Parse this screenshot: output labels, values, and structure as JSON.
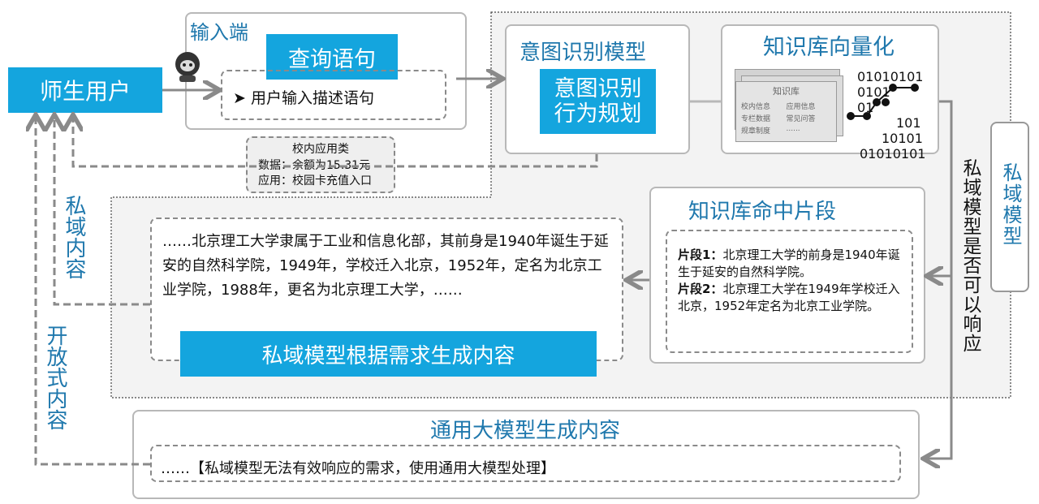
{
  "user": {
    "label": "师生用户"
  },
  "input": {
    "title": "输入端",
    "query_label": "查询语句",
    "description": "➤ 用户输入描述语句",
    "robot_icon": "robot-avatar-icon"
  },
  "campus_app": {
    "title": "校内应用类",
    "data_line": "数据：余额为15.31元",
    "app_line": "应用：校园卡充值入口"
  },
  "intent": {
    "title": "意图识别模型",
    "body_line1": "意图识别",
    "body_line2": "行为规划"
  },
  "kb_vector": {
    "title": "知识库向量化",
    "doc_title": "知识库",
    "doc_items": [
      "校内信息",
      "应用信息",
      "专栏数据",
      "常见问答",
      "规章制度",
      "......"
    ],
    "binary": [
      "01010101",
      "0101",
      "01",
      "101",
      "10101",
      "01010101"
    ]
  },
  "private_model": {
    "label": "私域模型",
    "question": "私域模型是否可以响应"
  },
  "kb_hits": {
    "title": "知识库命中片段",
    "seg1_label": "片段1：",
    "seg1_text": "北京理工大学的前身是1940年诞生于延安的自然科学院。",
    "seg2_label": "片段2：",
    "seg2_text": "北京理工大学在1949年学校迁入北京，1952年定名为北京工业学院。"
  },
  "private_output": {
    "text": "……北京理工大学隶属于工业和信息化部，其前身是1940年诞生于延安的自然科学院，1949年，学校迁入北京，1952年，定名为北京工业学院，1988年，更名为北京理工大学，……",
    "banner": "私域模型根据需求生成内容"
  },
  "general": {
    "title": "通用大模型生成内容",
    "text": "……【私域模型无法有效响应的需求，使用通用大模型处理】"
  },
  "side_labels": {
    "private_content": "私域内容",
    "open_content": "开放式内容"
  },
  "colors": {
    "blue_fill": "#14a5de",
    "title_blue": "#1f78ad",
    "line_gray": "#8a8a8a"
  }
}
